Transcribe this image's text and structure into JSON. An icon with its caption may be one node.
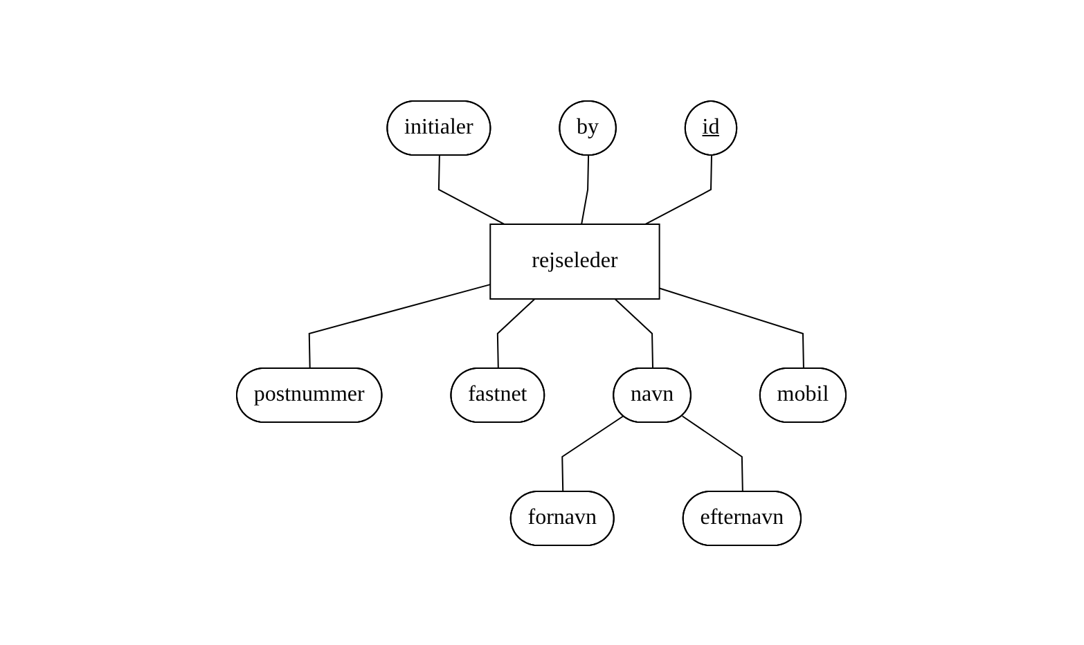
{
  "diagram": {
    "nodes": [
      {
        "text": [
          "initialer"
        ]
      },
      {
        "text": [
          "by"
        ]
      },
      {
        "text": [
          "id"
        ]
      },
      {
        "text": [
          "rejseleder"
        ]
      },
      {
        "text": [
          "postnummer"
        ]
      },
      {
        "text": [
          "fastnet"
        ]
      },
      {
        "text": [
          "navn"
        ]
      },
      {
        "text": [
          "mobil"
        ]
      },
      {
        "text": [
          "fornavn"
        ]
      },
      {
        "text": [
          "efternavn"
        ]
      }
    ],
    "edges": [
      {
        "from": 0,
        "to": 3,
        "arrow": "none"
      },
      {
        "from": 1,
        "to": 3,
        "arrow": "none"
      },
      {
        "from": 2,
        "to": 3,
        "arrow": "none"
      },
      {
        "from": 3,
        "to": 4,
        "arrow": "none"
      },
      {
        "from": 3,
        "to": 5,
        "arrow": "none"
      },
      {
        "from": 3,
        "to": 6,
        "arrow": "none"
      },
      {
        "from": 3,
        "to": 7,
        "arrow": "none"
      },
      {
        "from": 6,
        "to": 8,
        "arrow": "none"
      },
      {
        "from": 6,
        "to": 9,
        "arrow": "none"
      }
    ]
  }
}
